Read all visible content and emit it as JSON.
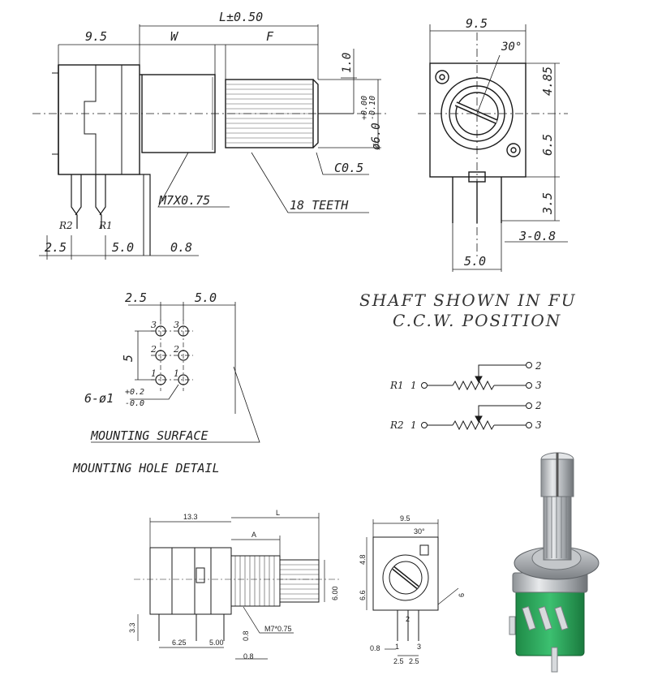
{
  "top_drawing": {
    "dim_9_5": "9.5",
    "dim_L": "L±0.50",
    "dim_W": "W",
    "dim_F": "F",
    "dim_1_0": "1.0",
    "dim_diam": "ø6.0",
    "tol_plus": "+0.00",
    "tol_minus": "-0.10",
    "chamfer": "C0.5",
    "thread": "M7X0.75",
    "teeth": "18 TEETH",
    "pin_r2": "R2",
    "pin_r1": "R1",
    "dim_2_5": "2.5",
    "dim_5_0": "5.0",
    "dim_0_8": "0.8"
  },
  "front_view": {
    "dim_9_5": "9.5",
    "angle": "30°",
    "dim_4_85": "4.85",
    "dim_6_5": "6.5",
    "dim_3_5": "3.5",
    "pins": "3-0.8",
    "dim_5_0": "5.0"
  },
  "mounting": {
    "dim_2_5": "2.5",
    "dim_5_0": "5.0",
    "dim_5": "5",
    "row3": "3",
    "row2": "2",
    "row1": "1",
    "holes": "6-ø1",
    "holes_plus": "+0.2",
    "holes_minus": "-0.0",
    "surface": "MOUNTING SURFACE",
    "detail": "MOUNTING HOLE DETAIL"
  },
  "note": {
    "line1": "SHAFT SHOWN IN FU",
    "line2": "C.C.W. POSITION"
  },
  "schematic": {
    "r1_label": "R1",
    "r2_label": "R2",
    "pin1": "1",
    "pin2": "2",
    "pin3": "3"
  },
  "bottom_drawing": {
    "dim_13_3": "13.3",
    "dim_L": "L",
    "dim_A": "A",
    "dim_6_00": "6.00",
    "dim_3_3": "3.3",
    "dim_0_8": "0.8",
    "thread": "M7*0.75",
    "dim_6_25": "6.25",
    "dim_5_00": "5.00",
    "dim_9_5": "9.5",
    "angle": "30°",
    "dim_4_8": "4.8",
    "dim_6_6": "6.6",
    "dim_6": "6",
    "pin1": "1",
    "pin2": "2",
    "pin3": "3",
    "pitch": "2.5"
  },
  "colors": {
    "ink": "#1a1a1a",
    "pcb_green": "#2fa35a",
    "metal": "#b9bcbf"
  }
}
